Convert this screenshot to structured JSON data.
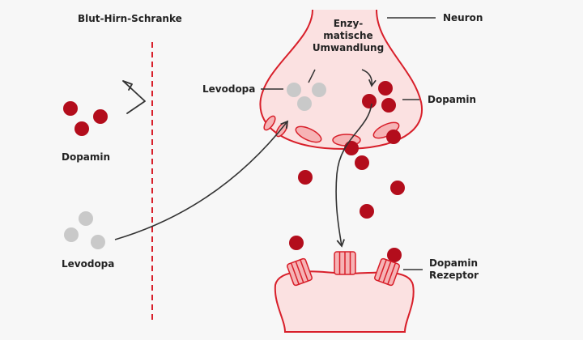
{
  "labels": {
    "barrier": "Blut-Hirn-Schranke",
    "dopamine_left": "Dopamin",
    "levodopa_left": "Levodopa",
    "enzymatic_line1": "Enzy-",
    "enzymatic_line2": "matische",
    "enzymatic_line3": "Umwandlung",
    "neuron": "Neuron",
    "levodopa_neuron": "Levodopa",
    "dopamine_neuron": "Dopamin",
    "receptor_line1": "Dopamin",
    "receptor_line2": "Rezeptor"
  },
  "colors": {
    "dark_red": "#b30d1c",
    "outline_red": "#d81f2a",
    "pink_fill": "#fbe1e1",
    "light_pink": "#f6b3b5",
    "gray_dot": "#c9c9c9",
    "arrow": "#333333"
  },
  "icons": {
    "barrier_symbol": "chevron-right-arrow-icon"
  }
}
